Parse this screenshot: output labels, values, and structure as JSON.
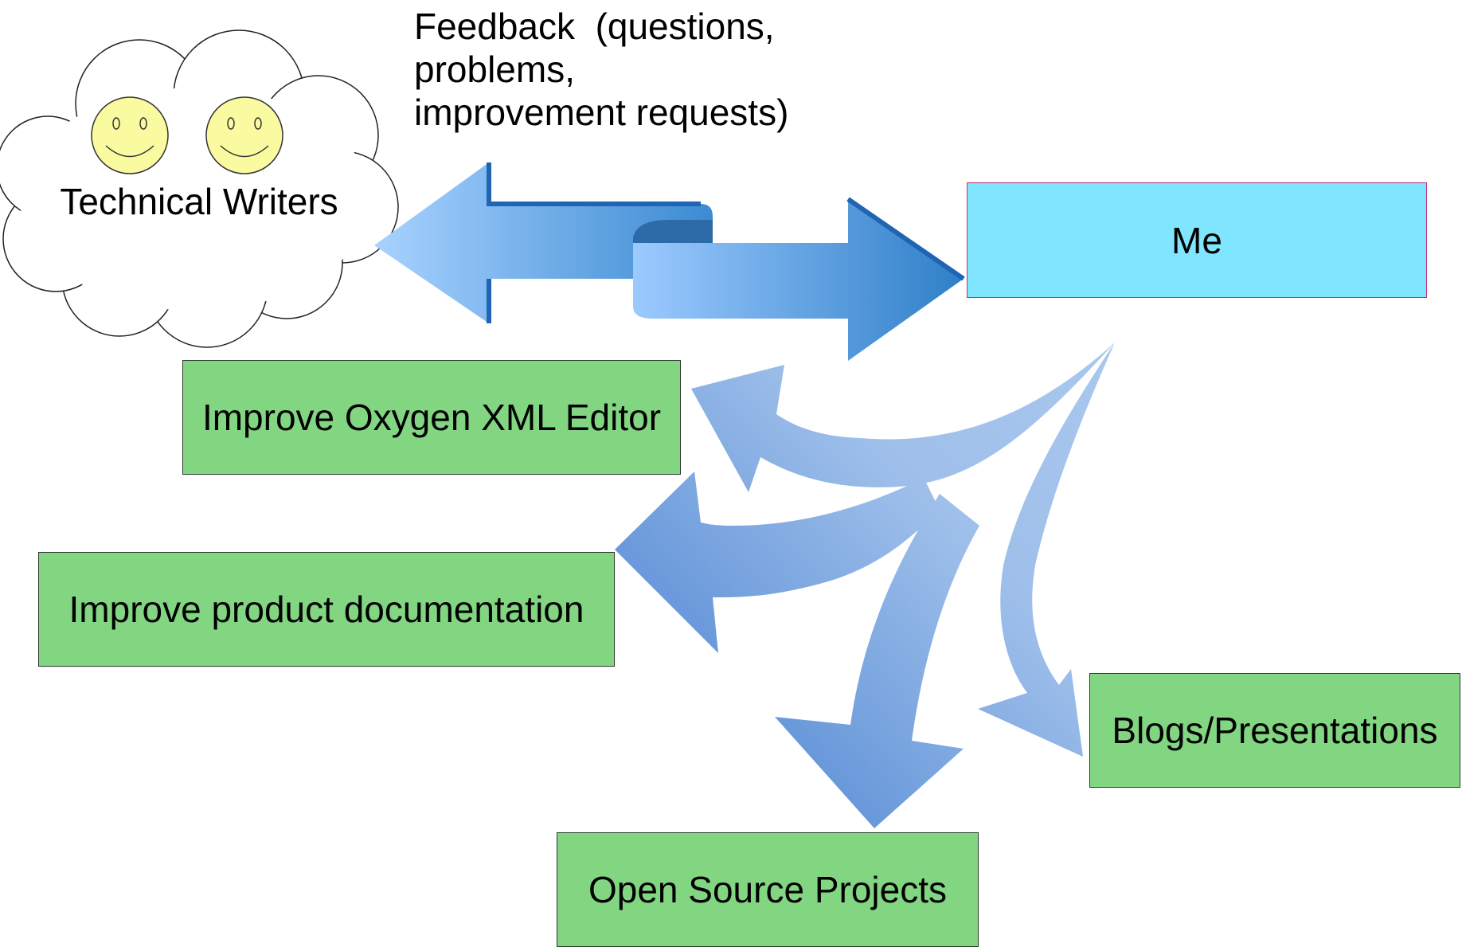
{
  "feedback": {
    "lines": [
      "Feedback  (questions,",
      "problems,",
      "improvement requests)"
    ]
  },
  "cloud": {
    "label": "Technical Writers"
  },
  "me": {
    "label": "Me"
  },
  "outputs": {
    "oxygen": "Improve Oxygen XML Editor",
    "docs": "Improve product documentation",
    "blogs": "Blogs/Presentations",
    "oss": "Open Source Projects"
  },
  "colors": {
    "output_box_fill": "#82d682",
    "me_box_fill": "#80e5ff",
    "me_box_border": "#c0307a",
    "smiley_fill": "#fafaa0",
    "arrow_dark": "#2f7fc8",
    "arrow_light": "#9ccaff"
  },
  "icons": {
    "people": [
      "smiley-face-icon",
      "smiley-face-icon"
    ]
  }
}
